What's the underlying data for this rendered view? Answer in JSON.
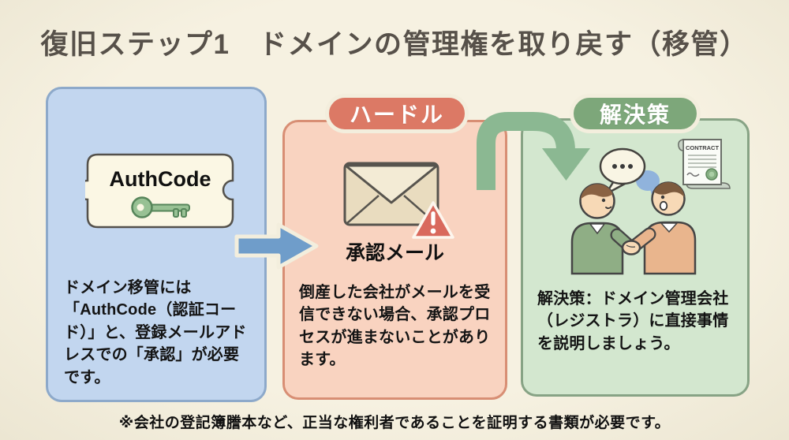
{
  "title": "復旧ステップ1　ドメインの管理権を取り戻す（移管）",
  "panels": {
    "authcode": {
      "ticket_label": "AuthCode",
      "body": "ドメイン移管には「AuthCode（認証コード）」と、登録メールアドレスでの「承認」が必要です。"
    },
    "hurdle": {
      "badge_label": "ハードル",
      "caption": "承認メール",
      "body": "倒産した会社がメールを受信できない場合、承認プロセスが進まないことがあります。"
    },
    "solution": {
      "badge_label": "解決策",
      "contract_label": "CONTRACT",
      "body": "解決策：ドメイン管理会社（レジストラ）に直接事情を説明しましょう。"
    }
  },
  "footnote": "※会社の登記簿謄本など、正当な権利者であることを証明する書類が必要です。",
  "colors": {
    "background": "#f3eedd",
    "title_text": "#57514a",
    "panel_blue_fill": "#c2d6ef",
    "panel_blue_border": "#8da9ca",
    "panel_red_fill": "#f9d3c0",
    "panel_red_border": "#d88e74",
    "panel_green_fill": "#d3e7cf",
    "panel_green_border": "#87a385",
    "badge_hurdle": "#dc7965",
    "badge_solution": "#7da77a",
    "arrow_blue": "#6f9dca",
    "arrow_green": "#8bb892",
    "ticket_fill": "#fbf7e4",
    "key_green": "#98c194",
    "warning_red": "#d9695d",
    "body_text": "#141414"
  }
}
